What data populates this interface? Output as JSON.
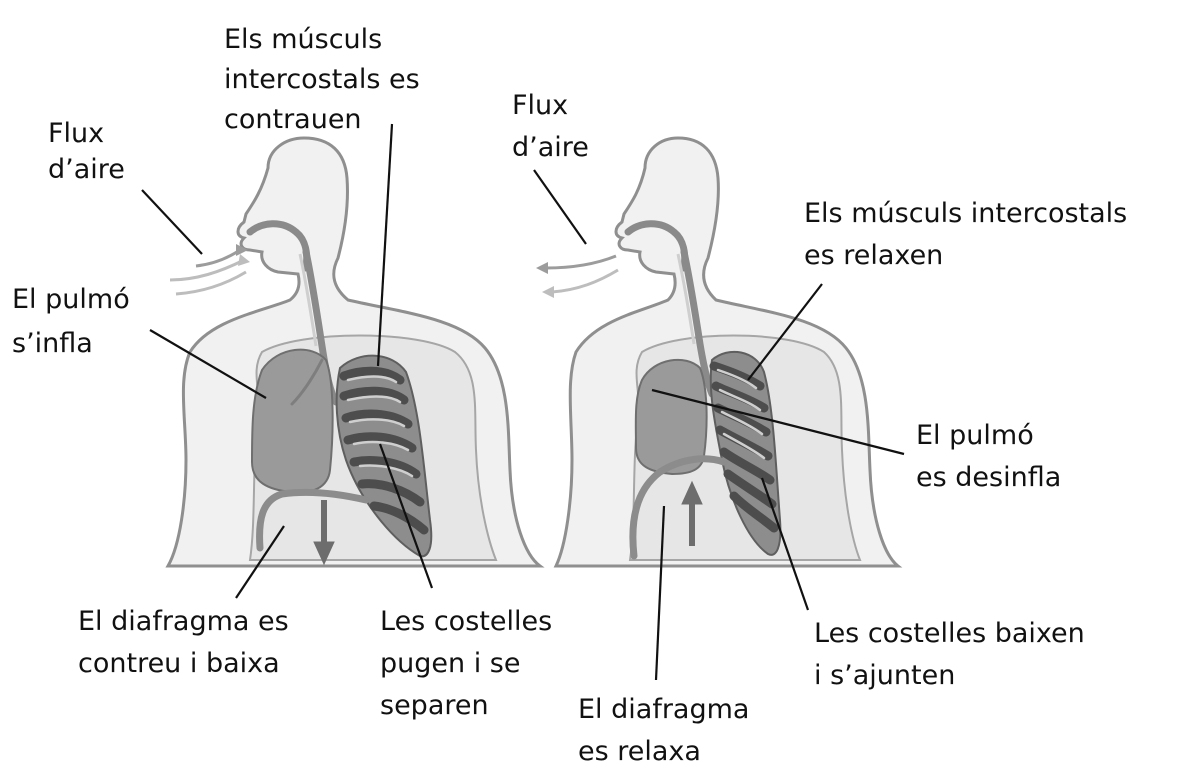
{
  "figures": {
    "inhalation": {
      "labels": {
        "airflow_line1": "Flux",
        "airflow_line2": "d’aire",
        "intercostal_line1": "Els músculs",
        "intercostal_line2": "intercostals es",
        "intercostal_line3": "contrauen",
        "lung_line1": "El pulmó",
        "lung_line2": "s’infla",
        "diaphragm_line1": "El diafragma es",
        "diaphragm_line2": "contreu i baixa",
        "ribs_line1": "Les costelles",
        "ribs_line2": "pugen i se",
        "ribs_line3": "separen"
      }
    },
    "exhalation": {
      "labels": {
        "airflow_line1": "Flux",
        "airflow_line2": "d’aire",
        "intercostal_line1": "Els músculs intercostals",
        "intercostal_line2": "es relaxen",
        "lung_line1": "El pulmó",
        "lung_line2": "es desinfla",
        "ribs_line1": "Les costelles baixen",
        "ribs_line2": "i s’ajunten",
        "diaphragm_line1": "El diafragma",
        "diaphragm_line2": "es relaxa"
      }
    }
  }
}
